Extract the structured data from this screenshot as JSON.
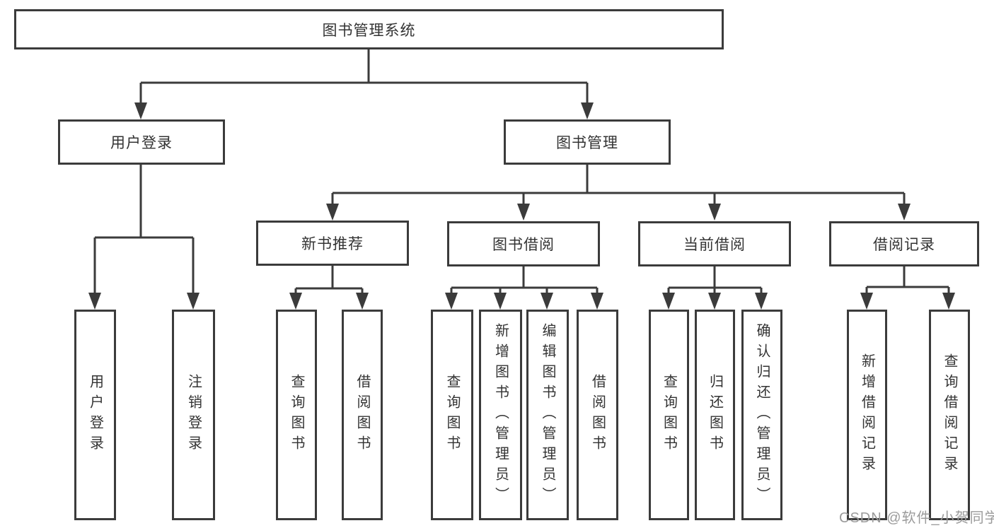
{
  "diagram": {
    "root": {
      "label": "图书管理系统"
    },
    "branches": [
      {
        "label": "用户登录",
        "children": [
          {
            "label": "用户登录"
          },
          {
            "label": "注销登录"
          }
        ]
      },
      {
        "label": "图书管理",
        "children": [
          {
            "label": "新书推荐",
            "children": [
              {
                "label": "查询图书"
              },
              {
                "label": "借阅图书"
              }
            ]
          },
          {
            "label": "图书借阅",
            "children": [
              {
                "label": "查询图书"
              },
              {
                "label": "新增图书（管理员）"
              },
              {
                "label": "编辑图书（管理员）"
              },
              {
                "label": "借阅图书"
              }
            ]
          },
          {
            "label": "当前借阅",
            "children": [
              {
                "label": "查询图书"
              },
              {
                "label": "归还图书"
              },
              {
                "label": "确认归还（管理员）"
              }
            ]
          },
          {
            "label": "借阅记录",
            "children": [
              {
                "label": "新增借阅记录"
              },
              {
                "label": "查询借阅记录"
              }
            ]
          }
        ]
      }
    ]
  },
  "watermark": {
    "text": "CSDN @软件_小贺同学"
  },
  "colors": {
    "line": "#3b3b3b",
    "text": "#333333",
    "background": "#ffffff",
    "watermark": "#9b9b9b"
  }
}
